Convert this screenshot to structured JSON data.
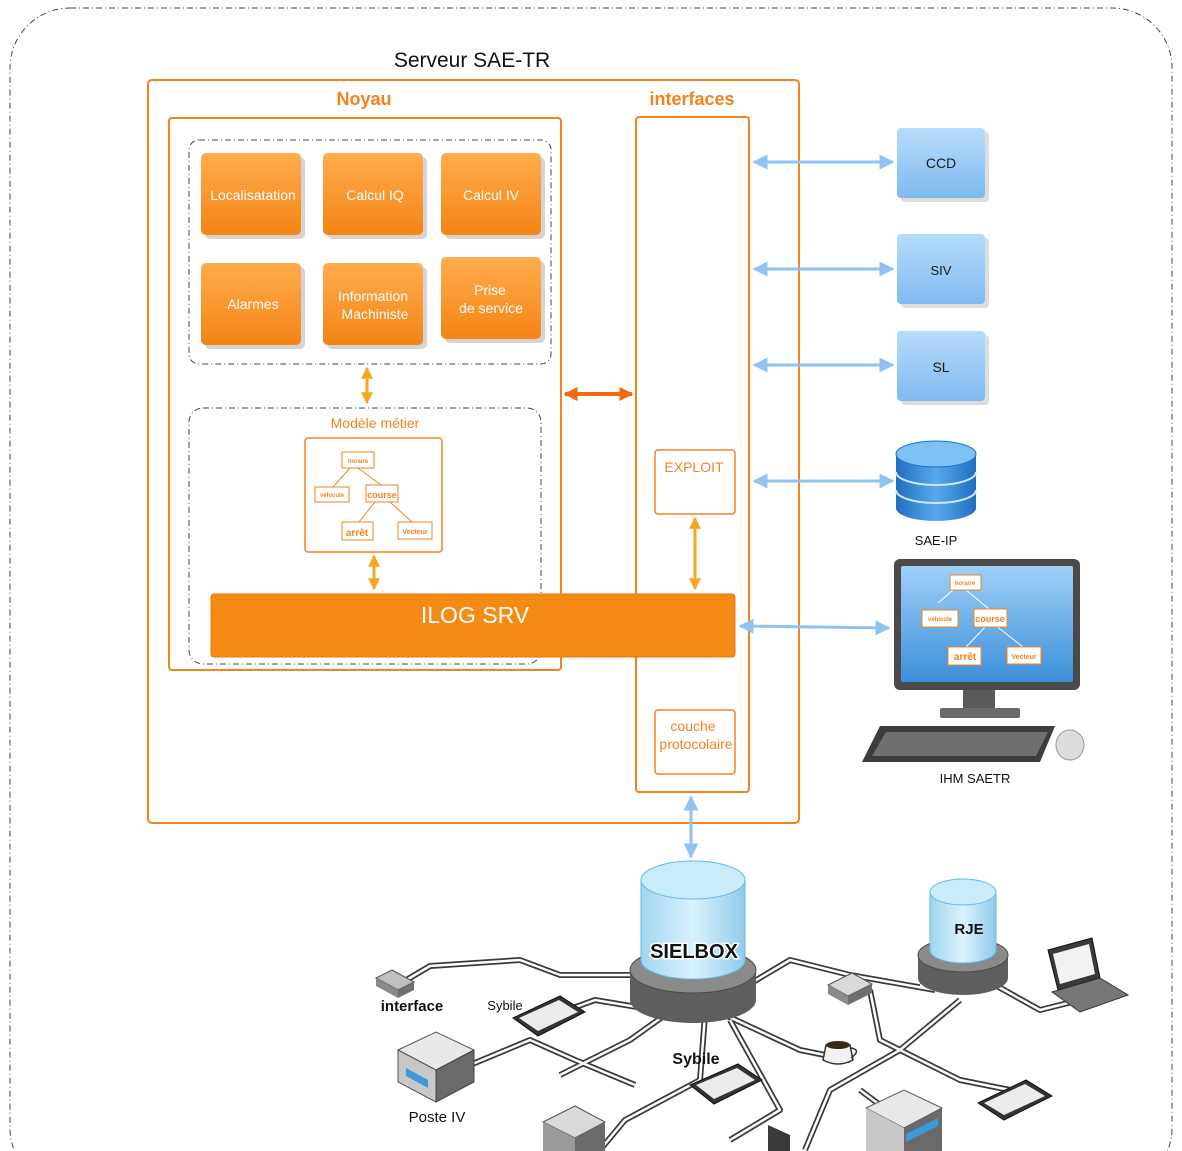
{
  "server": {
    "title": "Serveur SAE-TR",
    "noyau_label": "Noyau",
    "interfaces_label": "interfaces"
  },
  "modules": [
    {
      "label": "Localisatation",
      "line2": ""
    },
    {
      "label": "Calcul IQ",
      "line2": ""
    },
    {
      "label": "Calcul IV",
      "line2": ""
    },
    {
      "label": "Alarmes",
      "line2": ""
    },
    {
      "label": "Information",
      "line2": "Machiniste"
    },
    {
      "label": "Prise",
      "line2": "de service"
    }
  ],
  "model": {
    "title": "Modèle métier",
    "nodes": [
      "horaire",
      "véhicule",
      "course",
      "arrêt",
      "Vecteur"
    ]
  },
  "ilog": {
    "label": "ILOG SRV"
  },
  "interface_blocks": {
    "exploit": "EXPLOIT",
    "couche_line1": "couche",
    "couche_line2": "protocolaire"
  },
  "external": {
    "ccd": "CCD",
    "siv": "SIV",
    "sl": "SL",
    "sae_ip": "SAE-IP",
    "ihm": "IHM SAETR"
  },
  "network": {
    "sielbox": "SIELBOX",
    "rje": "RJE",
    "interface": "interface",
    "sybile_small": "Sybile",
    "sybile": "Sybile",
    "poste_iv": "Poste IV"
  },
  "colors": {
    "orange": "#f58220",
    "orange_module": "#f7931e",
    "blue_box": "#8ec5f5",
    "arrow_blue": "#8fc3f2"
  }
}
